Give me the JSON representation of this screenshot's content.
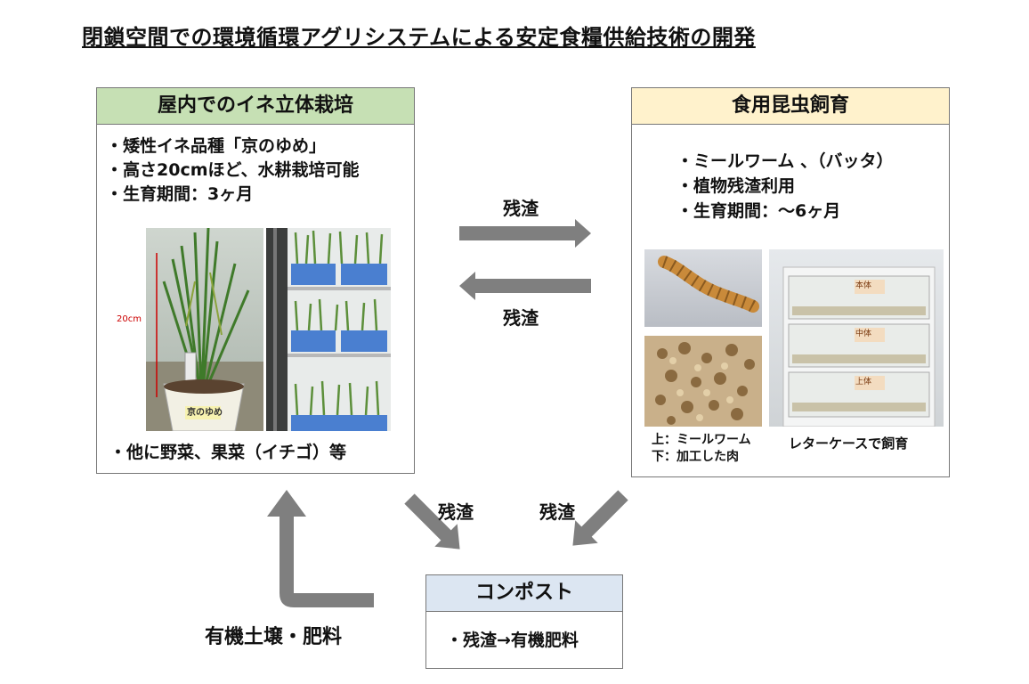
{
  "title": "閉鎖空間での環境循環アグリシステムによる安定食糧供給技術の開発",
  "rice_box": {
    "header": "屋内でのイネ立体栽培",
    "bullets": [
      "・矮性イネ品種「京のゆめ」",
      "・高さ20cmほど、水耕栽培可能",
      "・生育期間：3ヶ月"
    ],
    "photo_scale_label": "20cm",
    "pot_label": "京のゆめ",
    "footer": "・他に野菜、果菜（イチゴ）等"
  },
  "insect_box": {
    "header": "食用昆虫飼育",
    "bullets": [
      "・ミールワーム 、（バッタ）",
      "・植物残渣利用",
      "・生育期間：〜6ヶ月"
    ],
    "caption_left": [
      "上：ミールワーム",
      "下：加工した肉"
    ],
    "caption_right": "レターケースで飼育",
    "drawer_labels": [
      "本体",
      "中体",
      "上体"
    ]
  },
  "compost_box": {
    "header": "コンポスト",
    "item": "・残渣→有機肥料"
  },
  "flows": {
    "top_right": "残渣",
    "top_left": "残渣",
    "down_left": "残渣",
    "down_right": "残渣",
    "back_to_rice": "有機土壌・肥料"
  },
  "colors": {
    "rice_header": "#c6e0b4",
    "insect_header": "#fff2cc",
    "compost_header": "#dce6f2",
    "arrow": "#7f7f7f"
  }
}
